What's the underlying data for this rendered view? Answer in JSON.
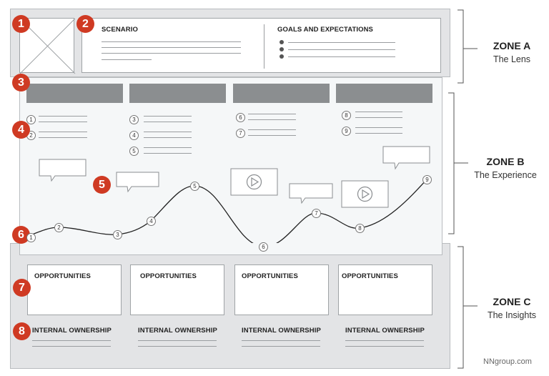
{
  "badges": [
    "1",
    "2",
    "3",
    "4",
    "5",
    "6",
    "7",
    "8"
  ],
  "zone_a": {
    "title": "ZONE A",
    "subtitle": "The Lens",
    "scenario_label": "SCENARIO",
    "goals_label": "GOALS AND EXPECTATIONS"
  },
  "zone_b": {
    "title": "ZONE B",
    "subtitle": "The Experience",
    "touchpoints": [
      "1",
      "2",
      "3",
      "4",
      "5",
      "6",
      "7",
      "8",
      "9"
    ],
    "curve_points": [
      "1",
      "2",
      "3",
      "4",
      "5",
      "6",
      "7",
      "8",
      "9"
    ]
  },
  "zone_c": {
    "title": "ZONE C",
    "subtitle": "The Insights",
    "opportunities": [
      "OPPORTUNITIES",
      "OPPORTUNITIES",
      "OPPORTUNITIES",
      "OPPORTUNITIES"
    ],
    "ownership": [
      "INTERNAL OWNERSHIP",
      "INTERNAL OWNERSHIP",
      "INTERNAL OWNERSHIP",
      "INTERNAL OWNERSHIP"
    ]
  },
  "footer": "NNgroup.com",
  "colors": {
    "badge": "#cf3a23",
    "zone_bg": "#e3e4e6",
    "stage_bar": "#8b8e90"
  }
}
